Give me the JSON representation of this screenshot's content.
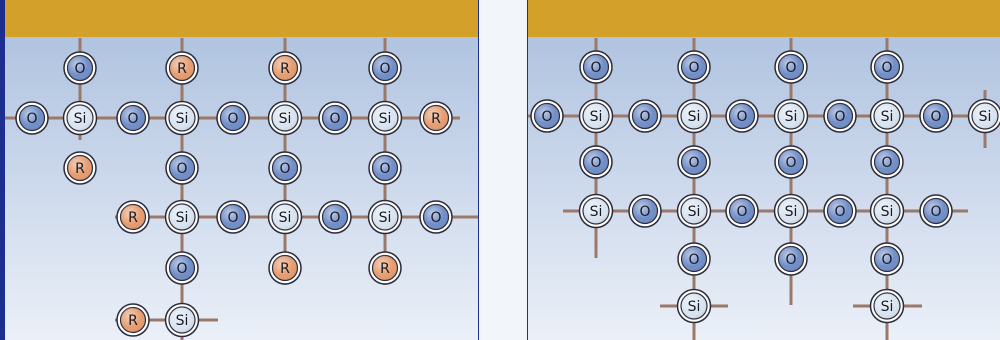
{
  "labels": {
    "si": "Si",
    "o": "O",
    "r": "R"
  },
  "colors": {
    "frame": "#1c2f8e",
    "header": "#d3a02a",
    "panel_top": "#a9bedd",
    "panel_bottom": "#ebf0f8",
    "bond": "#9b7868",
    "si_atom": "#d8e4f1",
    "o_atom": "#6f8dc8",
    "r_atom": "#e69b6d",
    "atom_outline": "#2b2b3a"
  },
  "panels": [
    {
      "name": "left-network",
      "nodes": [
        {
          "id": "a1",
          "el": "o"
        },
        {
          "id": "a2",
          "el": "r"
        },
        {
          "id": "a3",
          "el": "r"
        },
        {
          "id": "a4",
          "el": "o"
        },
        {
          "id": "b0",
          "el": "o"
        },
        {
          "id": "b1",
          "el": "si"
        },
        {
          "id": "b2",
          "el": "o"
        },
        {
          "id": "b3",
          "el": "si"
        },
        {
          "id": "b4",
          "el": "o"
        },
        {
          "id": "b5",
          "el": "si"
        },
        {
          "id": "b6",
          "el": "o"
        },
        {
          "id": "b7",
          "el": "si"
        },
        {
          "id": "b8",
          "el": "r"
        },
        {
          "id": "c1",
          "el": "r"
        },
        {
          "id": "c2",
          "el": "o"
        },
        {
          "id": "c3",
          "el": "o"
        },
        {
          "id": "c4",
          "el": "o"
        },
        {
          "id": "d0",
          "el": "r"
        },
        {
          "id": "d1",
          "el": "si"
        },
        {
          "id": "d2",
          "el": "o"
        },
        {
          "id": "d3",
          "el": "si"
        },
        {
          "id": "d4",
          "el": "o"
        },
        {
          "id": "d5",
          "el": "si"
        },
        {
          "id": "d6",
          "el": "o"
        },
        {
          "id": "e1",
          "el": "o"
        },
        {
          "id": "e2",
          "el": "r"
        },
        {
          "id": "e3",
          "el": "r"
        },
        {
          "id": "f0",
          "el": "r"
        },
        {
          "id": "f1",
          "el": "si"
        }
      ]
    },
    {
      "name": "right-network",
      "nodes": [
        {
          "id": "a1",
          "el": "o"
        },
        {
          "id": "a2",
          "el": "o"
        },
        {
          "id": "a3",
          "el": "o"
        },
        {
          "id": "a4",
          "el": "o"
        },
        {
          "id": "b0",
          "el": "o"
        },
        {
          "id": "b1",
          "el": "si"
        },
        {
          "id": "b2",
          "el": "o"
        },
        {
          "id": "b3",
          "el": "si"
        },
        {
          "id": "b4",
          "el": "o"
        },
        {
          "id": "b5",
          "el": "si"
        },
        {
          "id": "b6",
          "el": "o"
        },
        {
          "id": "b7",
          "el": "si"
        },
        {
          "id": "b8",
          "el": "o"
        },
        {
          "id": "b9",
          "el": "si"
        },
        {
          "id": "c1",
          "el": "o"
        },
        {
          "id": "c2",
          "el": "o"
        },
        {
          "id": "c3",
          "el": "o"
        },
        {
          "id": "c4",
          "el": "o"
        },
        {
          "id": "d1",
          "el": "si"
        },
        {
          "id": "d2",
          "el": "o"
        },
        {
          "id": "d3",
          "el": "si"
        },
        {
          "id": "d4",
          "el": "o"
        },
        {
          "id": "d5",
          "el": "si"
        },
        {
          "id": "d6",
          "el": "o"
        },
        {
          "id": "d7",
          "el": "si"
        },
        {
          "id": "d8",
          "el": "o"
        },
        {
          "id": "e1",
          "el": "o"
        },
        {
          "id": "e2",
          "el": "o"
        },
        {
          "id": "e3",
          "el": "o"
        },
        {
          "id": "f1",
          "el": "si"
        },
        {
          "id": "f2",
          "el": "si"
        }
      ]
    }
  ]
}
